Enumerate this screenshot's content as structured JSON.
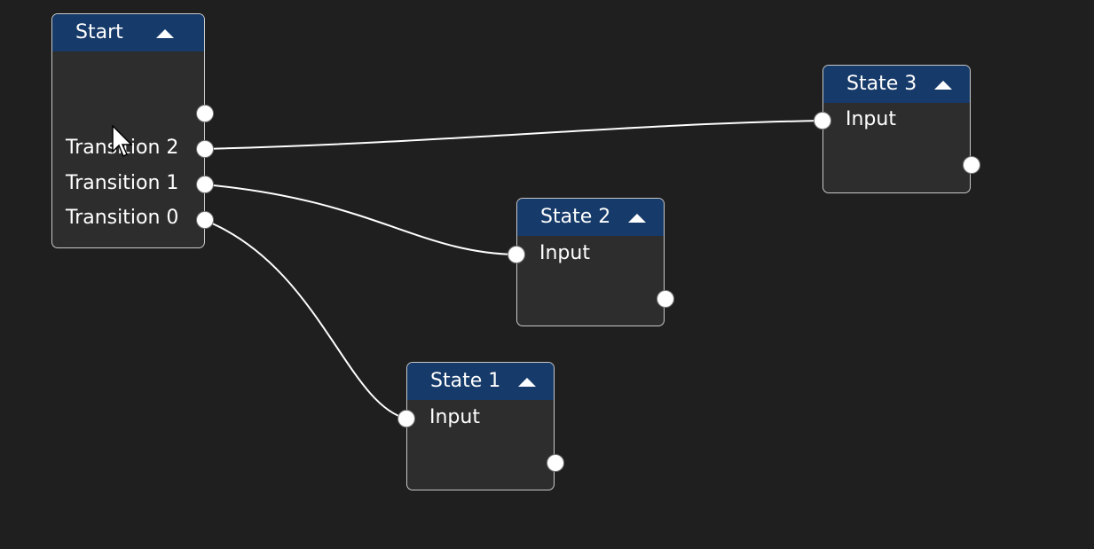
{
  "nodes": {
    "start": {
      "title": "Start",
      "outputs": [
        "Transition 2",
        "Transition 1",
        "Transition 0"
      ]
    },
    "state_1": {
      "title": "State 1",
      "input_label": "Input"
    },
    "state_2": {
      "title": "State 2",
      "input_label": "Input"
    },
    "state_3": {
      "title": "State 3",
      "input_label": "Input"
    }
  },
  "connections": [
    {
      "from": "Transition 2",
      "to": "State 3"
    },
    {
      "from": "Transition 1",
      "to": "State 2"
    },
    {
      "from": "Transition 0",
      "to": "State 1"
    }
  ],
  "colors": {
    "background": "#1f1f1f",
    "node_body": "#2d2d2d",
    "node_header": "#163a69",
    "node_border": "#c9c9c9",
    "wire": "#ffffff",
    "port": "#ffffff"
  },
  "icons": {
    "collapse": "triangle-up-icon",
    "pointer": "mouse-pointer-icon"
  }
}
